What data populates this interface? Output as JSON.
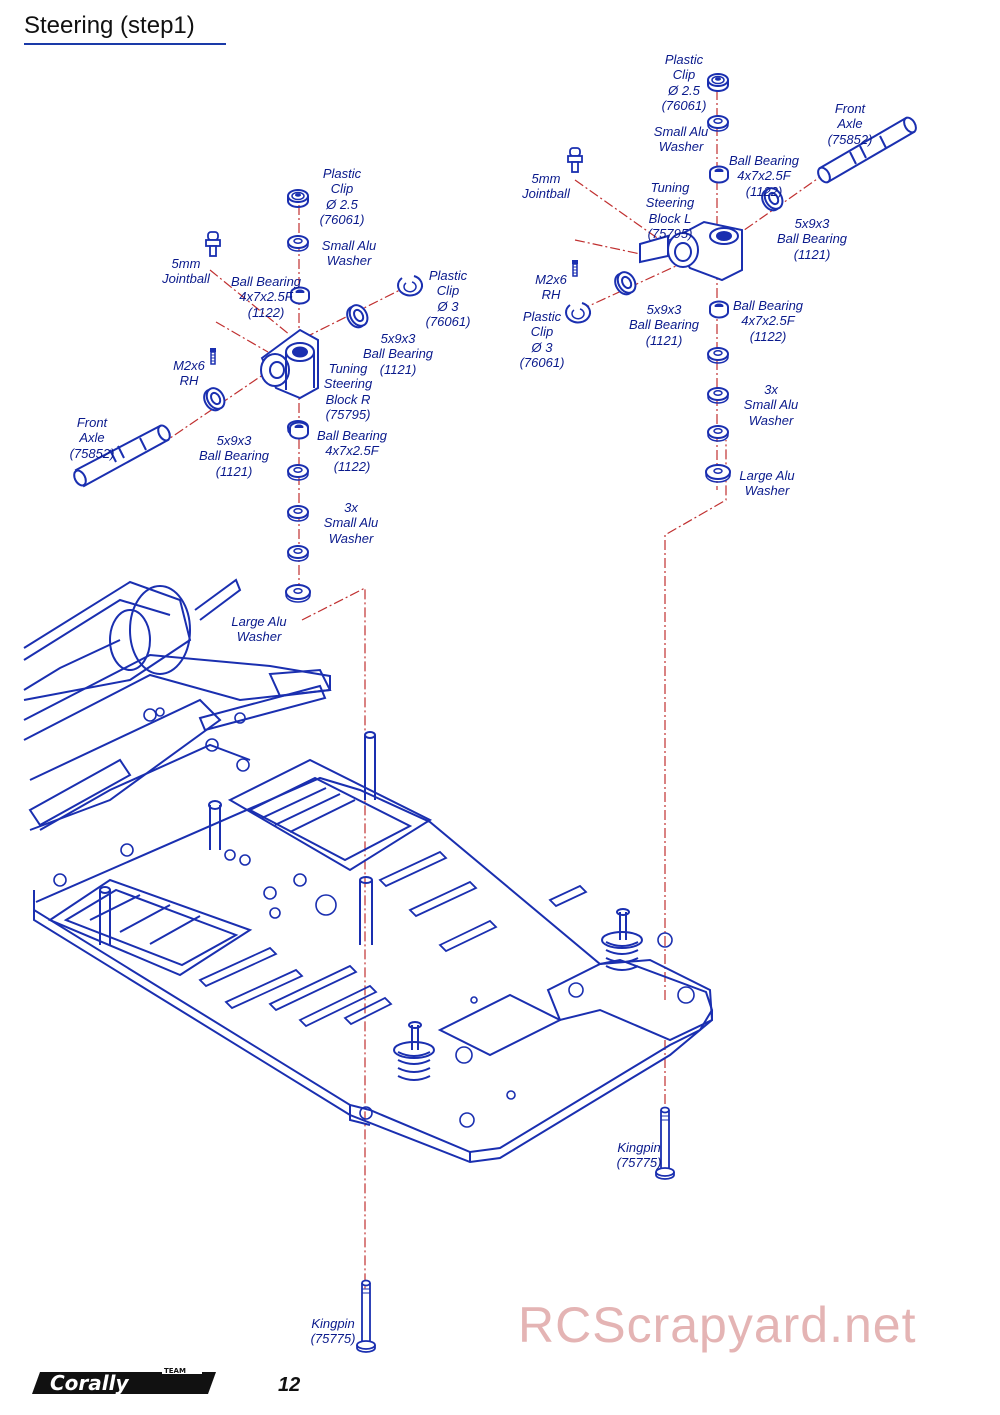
{
  "page": {
    "title": "Steering (step1)",
    "page_number": "12",
    "watermark": "RCScrapyard.net",
    "logo": {
      "top_text": "TEAM",
      "brand_text": "Corally",
      "icon": "team-corally-logo"
    }
  },
  "colors": {
    "line_art": "#1a2fb0",
    "leader_dash": "#c03030",
    "label_text": "#0a1a8c",
    "watermark": "#e4b4b4"
  },
  "right_side": {
    "labels": {
      "plastic_clip_25": [
        "Plastic",
        "Clip",
        "Ø 2.5",
        "(76061)"
      ],
      "jointball": [
        "5mm",
        "Jointball"
      ],
      "ball_bearing_upper": [
        "Ball Bearing",
        "4x7x2.5F",
        "(1122)"
      ],
      "small_alu_washer": [
        "Small Alu",
        "Washer"
      ],
      "plastic_clip_3": [
        "Plastic",
        "Clip",
        "Ø 3",
        "(76061)"
      ],
      "screw": [
        "M2x6",
        "RH"
      ],
      "steering_block": [
        "Tuning",
        "Steering",
        "Block R",
        "(75795)"
      ],
      "axle_bearing_outer": [
        "5x9x3",
        "Ball Bearing",
        "(1121)"
      ],
      "axle_bearing_inner": [
        "5x9x3",
        "Ball Bearing",
        "(1121)"
      ],
      "front_axle": [
        "Front",
        "Axle",
        "(75852)"
      ],
      "ball_bearing_lower": [
        "Ball Bearing",
        "4x7x2.5F",
        "(1122)"
      ],
      "small_alu_washer_3x": [
        "3x",
        "Small Alu",
        "Washer"
      ],
      "large_alu_washer": [
        "Large Alu",
        "Washer"
      ],
      "kingpin": [
        "Kingpin",
        "(75775)"
      ]
    }
  },
  "left_side": {
    "labels": {
      "plastic_clip_25": [
        "Plastic",
        "Clip",
        "Ø 2.5",
        "(76061)"
      ],
      "small_alu_washer": [
        "Small Alu",
        "Washer"
      ],
      "front_axle": [
        "Front",
        "Axle",
        "(75852)"
      ],
      "jointball": [
        "5mm",
        "Jointball"
      ],
      "steering_block": [
        "Tuning",
        "Steering",
        "Block L",
        "(75795)"
      ],
      "ball_bearing_upper": [
        "Ball Bearing",
        "4x7x2.5F",
        "(1122)"
      ],
      "axle_bearing_outer": [
        "5x9x3",
        "Ball Bearing",
        "(1121)"
      ],
      "screw": [
        "M2x6",
        "RH"
      ],
      "plastic_clip_3": [
        "Plastic",
        "Clip",
        "Ø 3",
        "(76061)"
      ],
      "axle_bearing_inner": [
        "5x9x3",
        "Ball Bearing",
        "(1121)"
      ],
      "ball_bearing_lower": [
        "Ball Bearing",
        "4x7x2.5F",
        "(1122)"
      ],
      "small_alu_washer_3x": [
        "3x",
        "Small Alu",
        "Washer"
      ],
      "large_alu_washer": [
        "Large Alu",
        "Washer"
      ],
      "kingpin": [
        "Kingpin",
        "(75775)"
      ]
    }
  }
}
